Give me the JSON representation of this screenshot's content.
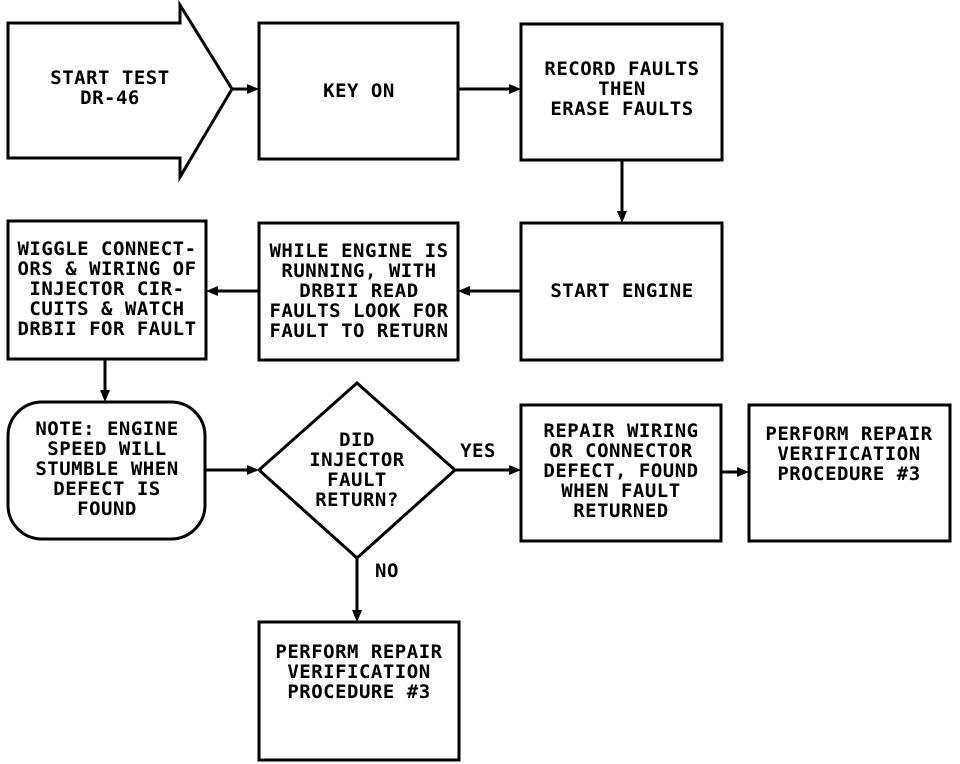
{
  "nodes": {
    "start": {
      "text": "START TEST\nDR-46"
    },
    "key_on": {
      "text": "KEY ON"
    },
    "record": {
      "text": "RECORD FAULTS\nTHEN\nERASE FAULTS"
    },
    "start_engine": {
      "text": "START ENGINE"
    },
    "while_running": {
      "text": "WHILE ENGINE IS\nRUNNING, WITH\nDRBII READ\nFAULTS LOOK FOR\nFAULT TO RETURN"
    },
    "wiggle": {
      "text": "WIGGLE CONNECT-\nORS & WIRING OF\nINJECTOR CIR-\nCUITS & WATCH\nDRBII FOR FAULT"
    },
    "note": {
      "text": "NOTE: ENGINE\nSPEED WILL\nSTUMBLE WHEN\nDEFECT IS\nFOUND"
    },
    "decision": {
      "text": "DID\nINJECTOR\nFAULT\nRETURN?"
    },
    "repair": {
      "text": "REPAIR WIRING\nOR CONNECTOR\nDEFECT, FOUND\nWHEN FAULT\nRETURNED"
    },
    "verify_right": {
      "text": "PERFORM REPAIR\nVERIFICATION\nPROCEDURE #3"
    },
    "verify_bottom": {
      "text": "PERFORM REPAIR\nVERIFICATION\nPROCEDURE #3"
    }
  },
  "edges": {
    "yes": "YES",
    "no": "NO"
  }
}
